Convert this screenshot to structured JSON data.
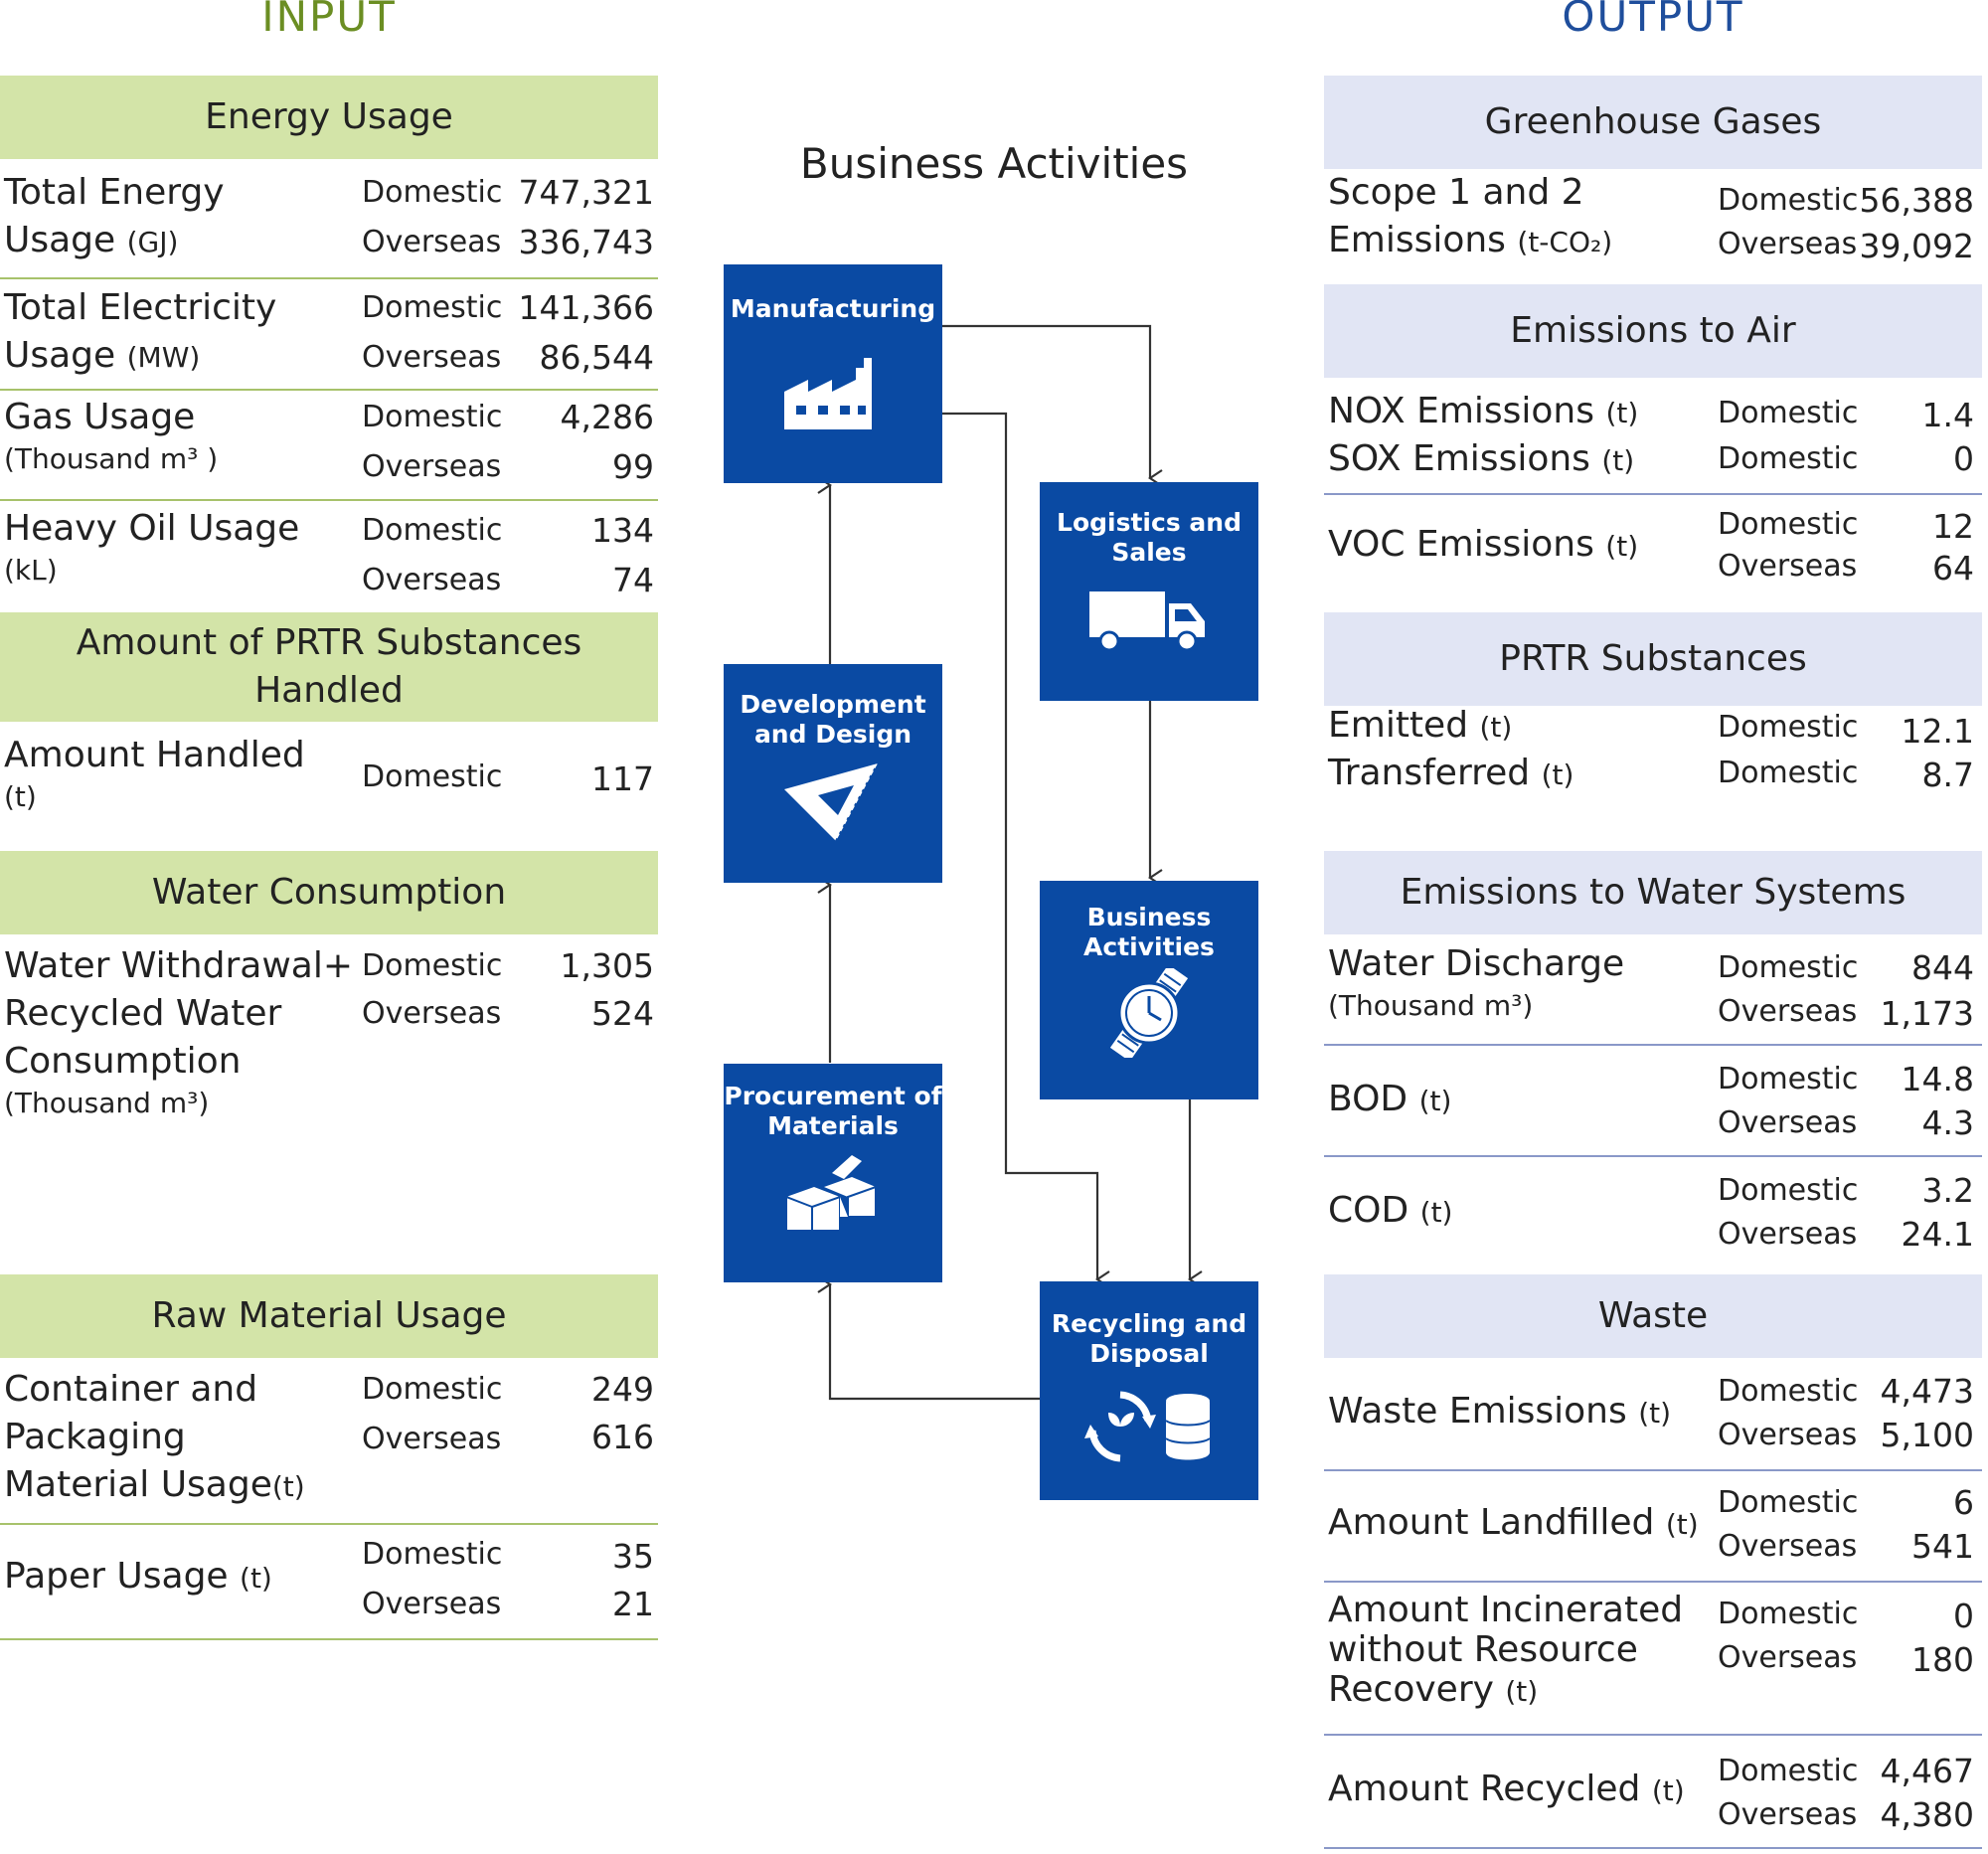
{
  "input": {
    "title": "INPUT",
    "energy": {
      "header": "Energy Usage",
      "total_energy": {
        "label": "Total Energy",
        "label2": "Usage",
        "unit": "(GJ)",
        "domestic": "Domestic",
        "domestic_value": "747,321",
        "overseas": "Overseas",
        "overseas_value": "336,743"
      },
      "electricity": {
        "label": "Total Electricity",
        "label2": "Usage",
        "unit": "(MW)",
        "domestic": "Domestic",
        "domestic_value": "141,366",
        "overseas": "Overseas",
        "overseas_value": "86,544"
      },
      "gas": {
        "label": "Gas Usage",
        "unit": "(Thousand m³ )",
        "domestic": "Domestic",
        "domestic_value": "4,286",
        "overseas": "Overseas",
        "overseas_value": "99"
      },
      "heavy_oil": {
        "label": "Heavy Oil Usage",
        "unit": "(kL)",
        "domestic": "Domestic",
        "domestic_value": "134",
        "overseas": "Overseas",
        "overseas_value": "74"
      }
    },
    "prtr": {
      "header_line1": "Amount of PRTR Substances",
      "header_line2": "Handled",
      "amount": {
        "label": "Amount Handled",
        "unit": "(t)",
        "domestic": "Domestic",
        "domestic_value": "117"
      }
    },
    "water": {
      "header": "Water Consumption",
      "withdrawal": {
        "label1": "Water Withdrawal+",
        "label2": "Recycled Water",
        "label3": "Consumption",
        "unit": "(Thousand m³)",
        "domestic": "Domestic",
        "domestic_value": "1,305",
        "overseas": "Overseas",
        "overseas_value": "524"
      }
    },
    "raw": {
      "header": "Raw Material Usage",
      "container": {
        "label1": "Container and",
        "label2": "Packaging",
        "label3": "Material Usage",
        "unit": "(t)",
        "domestic": "Domestic",
        "domestic_value": "249",
        "overseas": "Overseas",
        "overseas_value": "616"
      },
      "paper": {
        "label": "Paper Usage",
        "unit": "(t)",
        "domestic": "Domestic",
        "domestic_value": "35",
        "overseas": "Overseas",
        "overseas_value": "21"
      }
    }
  },
  "center": {
    "title": "Business Activities",
    "boxes": {
      "manufacturing": "Manufacturing",
      "logistics": "Logistics and Sales",
      "development": "Development and Design",
      "business": "Business Activities",
      "procurement": "Procurement of Materials",
      "recycling": "Recycling and Disposal"
    }
  },
  "output": {
    "title": "OUTPUT",
    "ghg": {
      "header": "Greenhouse Gases",
      "scope": {
        "label1": "Scope 1 and 2",
        "label2": "Emissions",
        "unit": "(t-CO₂)",
        "domestic": "Domestic",
        "domestic_value": "56,388",
        "overseas": "Overseas",
        "overseas_value": "39,092"
      }
    },
    "air": {
      "header": "Emissions to Air",
      "nox": {
        "label": "NOX Emissions",
        "unit": "(t)",
        "domestic": "Domestic",
        "domestic_value": "1.4"
      },
      "sox": {
        "label": "SOX Emissions",
        "unit": "(t)",
        "domestic": "Domestic",
        "domestic_value": "0"
      },
      "voc": {
        "label": "VOC Emissions",
        "unit": "(t)",
        "domestic": "Domestic",
        "domestic_value": "12",
        "overseas": "Overseas",
        "overseas_value": "64"
      }
    },
    "prtr": {
      "header": "PRTR Substances",
      "emitted": {
        "label": "Emitted",
        "unit": "(t)",
        "domestic": "Domestic",
        "domestic_value": "12.1"
      },
      "transferred": {
        "label": "Transferred",
        "unit": "(t)",
        "domestic": "Domestic",
        "domestic_value": "8.7"
      }
    },
    "water": {
      "header": "Emissions to Water Systems",
      "discharge": {
        "label": "Water Discharge",
        "unit": "(Thousand m³)",
        "domestic": "Domestic",
        "domestic_value": "844",
        "overseas": "Overseas",
        "overseas_value": "1,173"
      },
      "bod": {
        "label": "BOD",
        "unit": "(t)",
        "domestic": "Domestic",
        "domestic_value": "14.8",
        "overseas": "Overseas",
        "overseas_value": "4.3"
      },
      "cod": {
        "label": "COD",
        "unit": "(t)",
        "domestic": "Domestic",
        "domestic_value": "3.2",
        "overseas": "Overseas",
        "overseas_value": "24.1"
      }
    },
    "waste": {
      "header": "Waste",
      "emissions": {
        "label": "Waste Emissions",
        "unit": "(t)",
        "domestic": "Domestic",
        "domestic_value": "4,473",
        "overseas": "Overseas",
        "overseas_value": "5,100"
      },
      "landfilled": {
        "label": "Amount Landfilled",
        "unit": "(t)",
        "domestic": "Domestic",
        "domestic_value": "6",
        "overseas": "Overseas",
        "overseas_value": "541"
      },
      "incinerated": {
        "label1": "Amount Incinerated",
        "label2": "without Resource",
        "label3": "Recovery",
        "unit": "(t)",
        "domestic": "Domestic",
        "domestic_value": "0",
        "overseas": "Overseas",
        "overseas_value": "180"
      },
      "recycled": {
        "label": "Amount Recycled",
        "unit": "(t)",
        "domestic": "Domestic",
        "domestic_value": "4,467",
        "overseas": "Overseas",
        "overseas_value": "4,380"
      }
    }
  }
}
